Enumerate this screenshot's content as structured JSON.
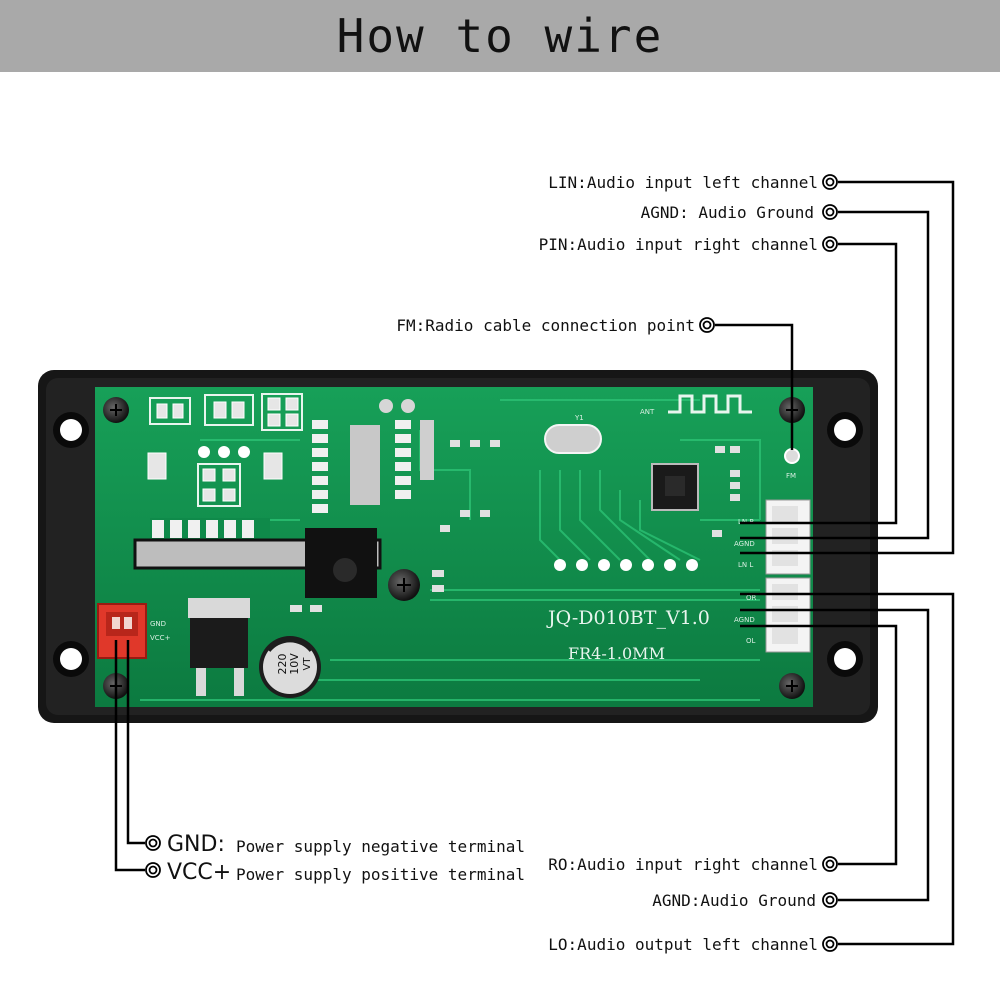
{
  "header": {
    "title": "How to wire"
  },
  "board": {
    "model": "JQ-D010BT_V1.0",
    "material": "FR4-1.0MM",
    "capacitor_text": [
      "220",
      "10V",
      "VT"
    ],
    "connector_top": [
      "LN R",
      "AGND",
      "LN L"
    ],
    "connector_bottom": [
      "OR",
      "AGND",
      "OL"
    ],
    "power_pins": [
      "GND",
      "VCC+"
    ],
    "fm_pad": "FM",
    "crystal_label": "Y1",
    "antenna_label": "ANT"
  },
  "labels": {
    "lin": "LIN:Audio input left channel",
    "agnd_top": "AGND: Audio Ground",
    "pin": "PIN:Audio input right channel",
    "fm": "FM:Radio cable connection point",
    "gnd_main": "GND:",
    "gnd_desc": "Power supply negative terminal",
    "vcc_main": "VCC+",
    "vcc_desc": "Power supply positive terminal",
    "ro": "RO:Audio input right channel",
    "agnd_bottom": "AGND:Audio Ground",
    "lo": "LO:Audio output left channel"
  },
  "colors": {
    "frame": "#111111",
    "pcb": "#0f8a4a",
    "trace": "#1fae62",
    "wire": "#000000",
    "power_connector": "#e0382a",
    "header_bg": "#a9a9a9"
  }
}
